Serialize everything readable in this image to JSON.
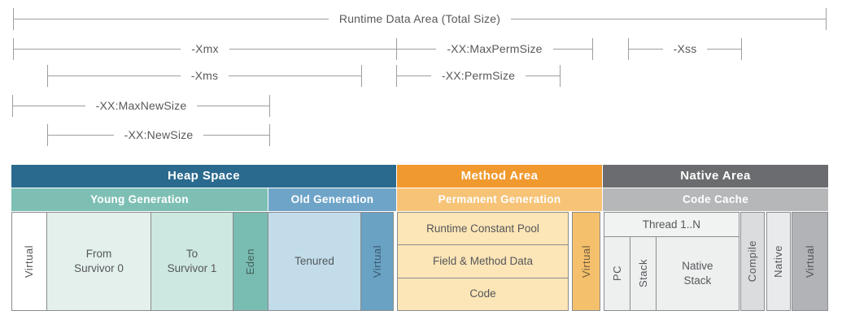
{
  "dim_lines": {
    "total": "Runtime Data Area (Total Size)",
    "xmx": "-Xmx",
    "max_perm_size": "-XX:MaxPermSize",
    "xss": "-Xss",
    "xms": "-Xms",
    "perm_size": "-XX:PermSize",
    "max_new_size": "-XX:MaxNewSize",
    "new_size": "-XX:NewSize"
  },
  "areas": {
    "heap": {
      "title": "Heap Space",
      "young_title": "Young Generation",
      "old_title": "Old Generation",
      "cells": {
        "virtual_left": "Virtual",
        "from_survivor": "From\nSurvivor 0",
        "to_survivor": "To\nSurvivor 1",
        "eden": "Eden",
        "tenured": "Tenured",
        "virtual_right": "Virtual"
      }
    },
    "method": {
      "title": "Method Area",
      "perm_title": "Permanent Generation",
      "cells": {
        "runtime_constant_pool": "Runtime Constant Pool",
        "field_method_data": "Field & Method Data",
        "code": "Code",
        "virtual": "Virtual"
      }
    },
    "native": {
      "title": "Native Area",
      "code_cache_title": "Code Cache",
      "cells": {
        "thread": "Thread 1..N",
        "pc": "PC",
        "stack": "Stack",
        "native_stack": "Native\nStack",
        "compile": "Compile",
        "native": "Native",
        "virtual": "Virtual"
      }
    }
  },
  "colors": {
    "heap_header": "#2b6a8f",
    "young_header": "#7ebfb4",
    "old_header": "#6fa4c9",
    "method_header": "#f0992e",
    "perm_header": "#f7c377",
    "native_header": "#6b6c6f",
    "code_cache_header": "#b5b7b9",
    "virtual_white": "#ffffff",
    "from_survivor_bg": "#e3f0ec",
    "to_survivor_bg": "#cde7e1",
    "eden_bg": "#79bcb1",
    "tenured_bg": "#c2dcea",
    "virtual_blue": "#6aa2c3",
    "perm_cell_bg": "#fce5b6",
    "virtual_orange": "#f5c06c",
    "thread_bg": "#f1f2f2",
    "thread_cell_bg": "#eef0f0",
    "compile_bg": "#dbdcde",
    "native_bg": "#e9eaeb",
    "virtual_gray": "#b1b3b6",
    "line_color": "#9c9ea0",
    "text_color": "#57585b"
  }
}
